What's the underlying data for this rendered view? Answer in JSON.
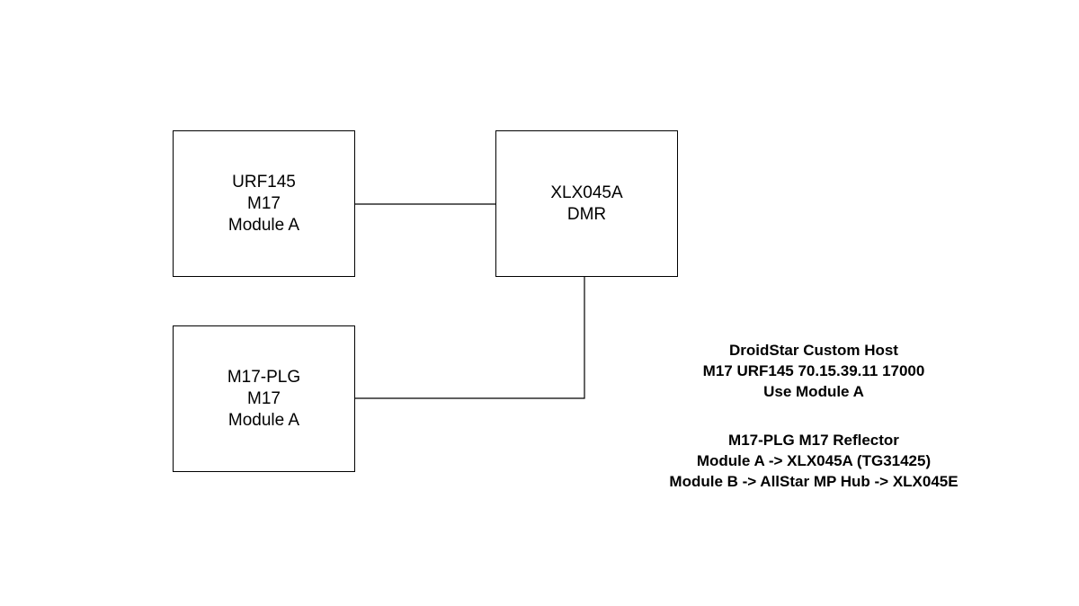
{
  "nodes": {
    "urf145": {
      "lines": [
        "URF145",
        "M17",
        "Module A"
      ]
    },
    "xlx045a": {
      "lines": [
        "XLX045A",
        "DMR"
      ]
    },
    "m17plg": {
      "lines": [
        "M17-PLG",
        "M17",
        "Module A"
      ]
    }
  },
  "connections": [
    {
      "from": "URF145",
      "to": "XLX045A"
    },
    {
      "from": "M17-PLG",
      "to": "XLX045A"
    }
  ],
  "notes": {
    "host": {
      "lines": [
        "DroidStar Custom Host",
        "M17 URF145 70.15.39.11 17000",
        "Use Module A"
      ]
    },
    "reflector": {
      "lines": [
        "M17-PLG M17 Reflector",
        "Module A -> XLX045A (TG31425)",
        "Module B -> AllStar MP Hub -> XLX045E"
      ]
    }
  }
}
